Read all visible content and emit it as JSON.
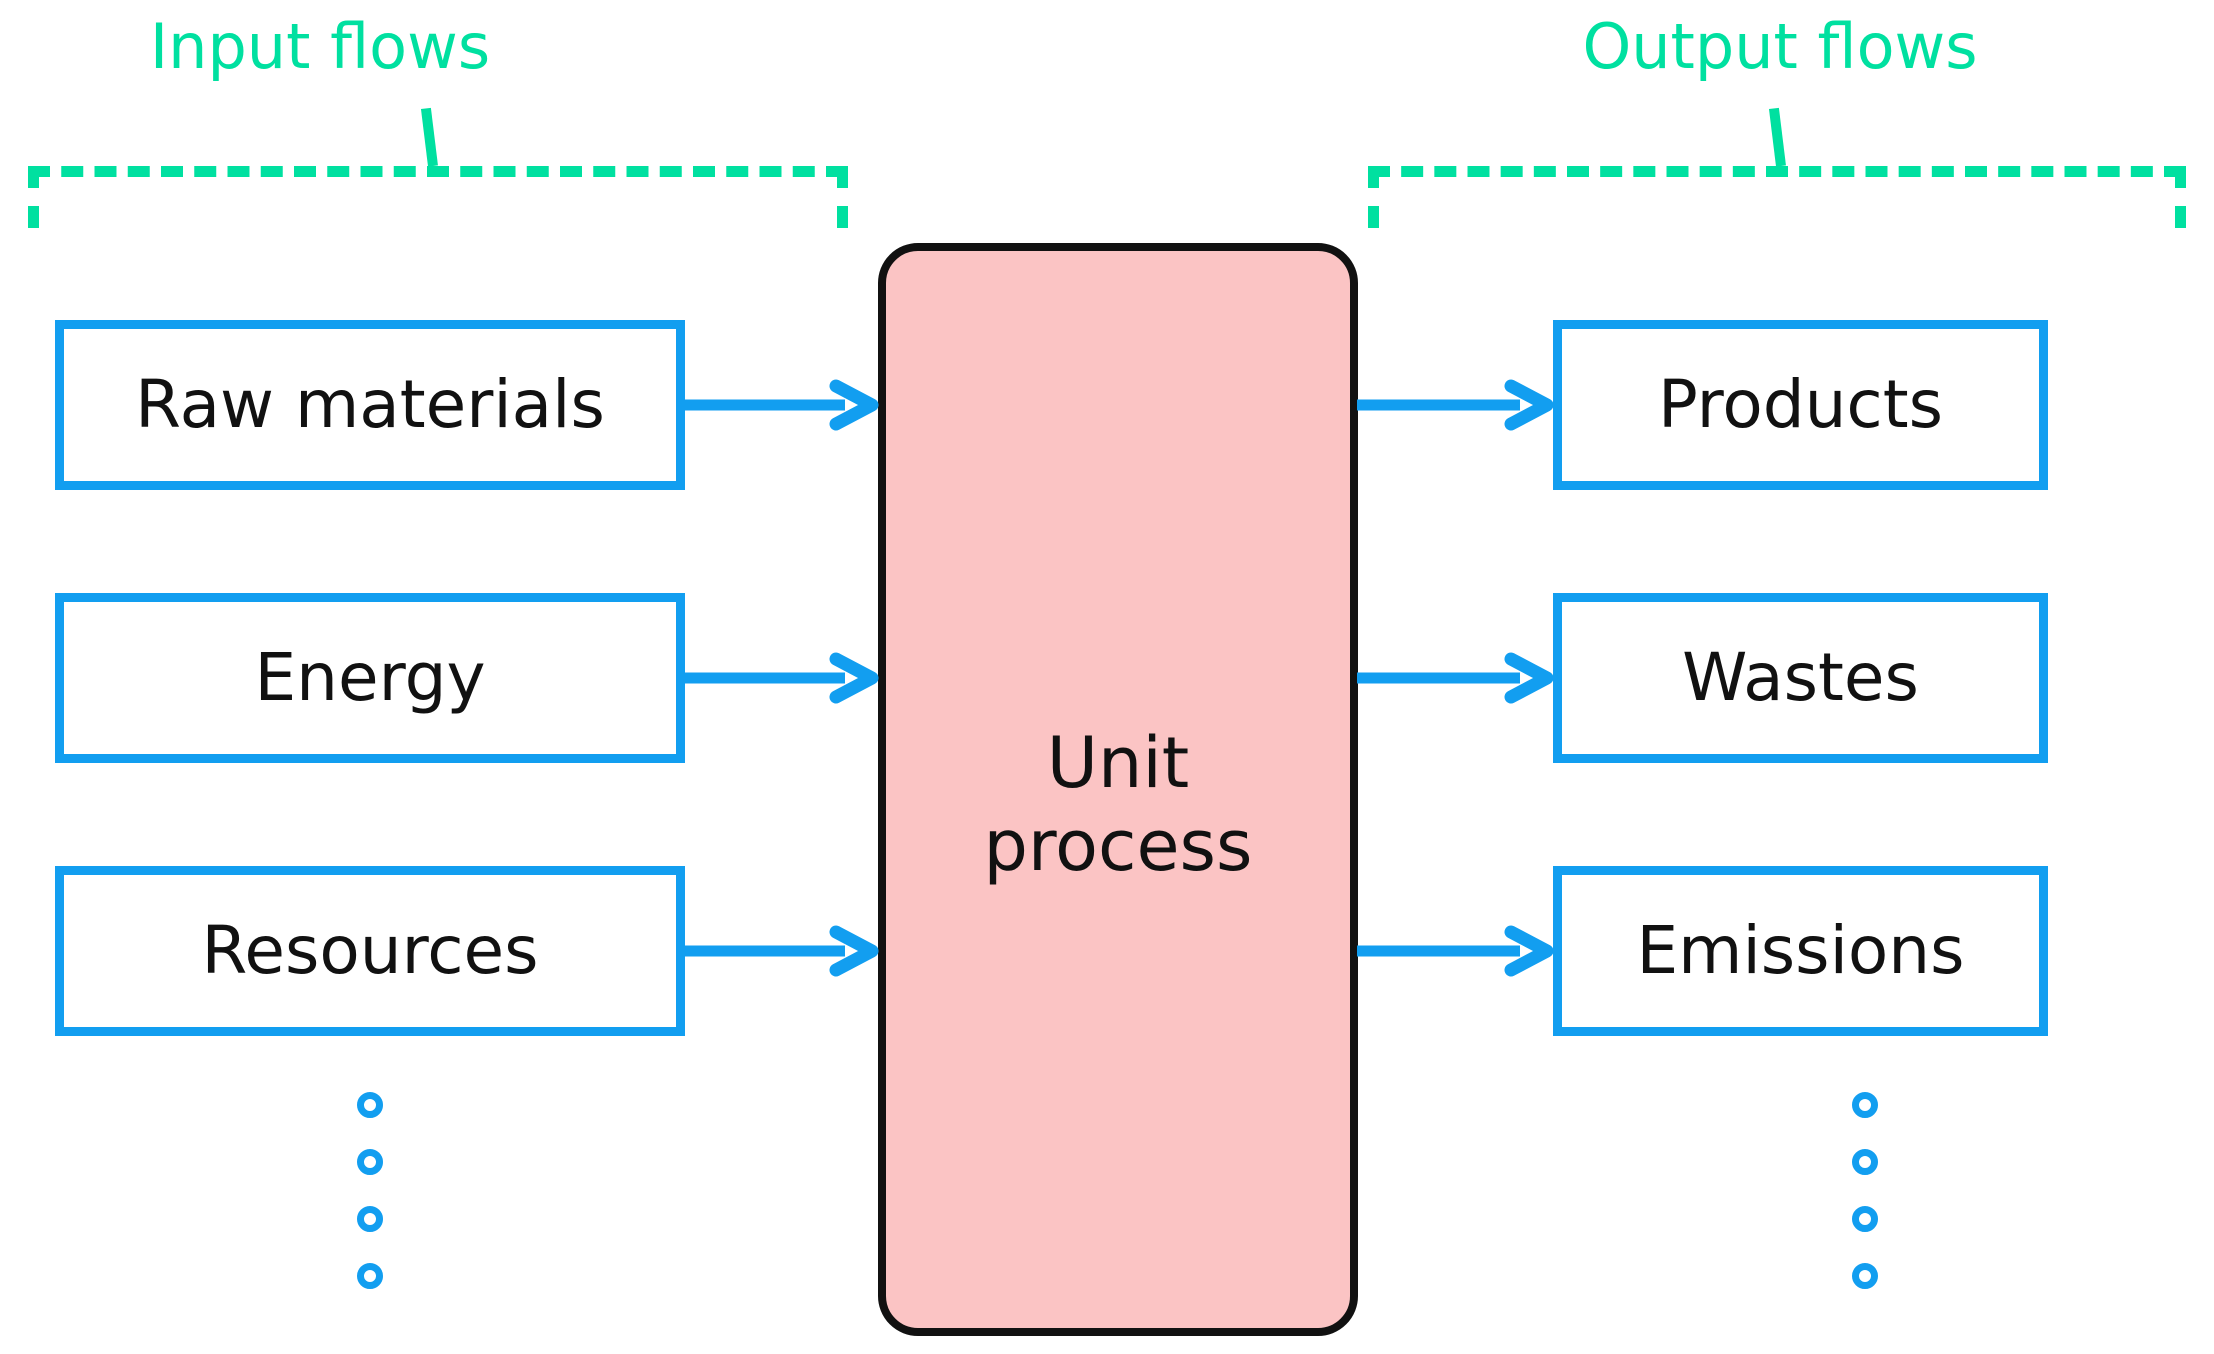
{
  "diagram": {
    "title_left": "Input flows",
    "title_right": "Output flows",
    "center_box": {
      "label": "Unit\nprocess",
      "fill_color": "#fbc4c4",
      "border_color": "#111111"
    },
    "accent_colors": {
      "flow_blue": "#129ef0",
      "bracket_green": "#00e0a0",
      "process_pink": "#fbc4c4",
      "text_black": "#111111",
      "background": "#ffffff"
    },
    "inputs": [
      {
        "label": "Raw materials"
      },
      {
        "label": "Energy"
      },
      {
        "label": "Resources"
      }
    ],
    "outputs": [
      {
        "label": "Products"
      },
      {
        "label": "Wastes"
      },
      {
        "label": "Emissions"
      }
    ],
    "continuation_marker": {
      "symbol": "circle",
      "count": 4,
      "meaning": "more-flows-ellipsis"
    }
  }
}
